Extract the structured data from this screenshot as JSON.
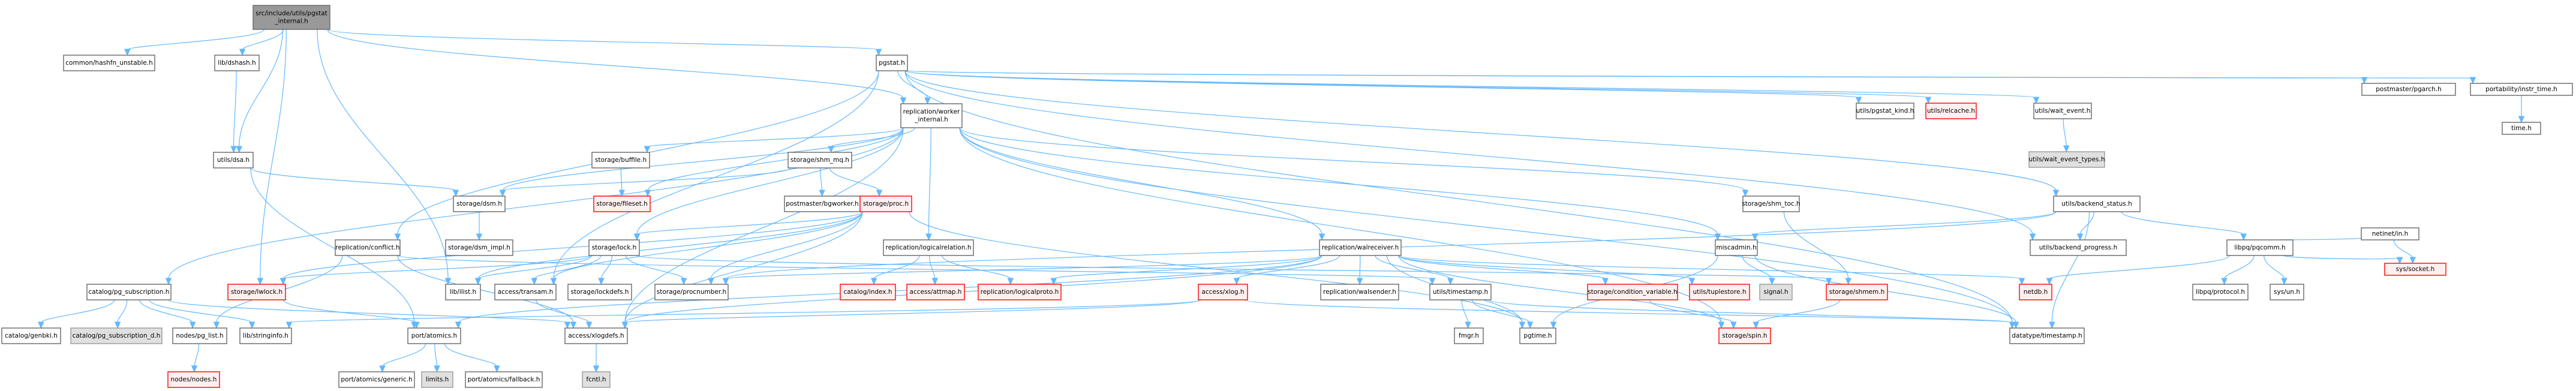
{
  "diagram": {
    "type": "include-dependency-graph",
    "root": "src/include/utils/pgstat_internal.h",
    "styles": {
      "root": {
        "fill": "#999999",
        "stroke": "#666666"
      },
      "normal": {
        "fill": "#ffffff",
        "stroke": "#666666"
      },
      "missing": {
        "fill": "#e0e0e0",
        "stroke": "#999999"
      },
      "truncated": {
        "fill": "#fff0f0",
        "stroke": "#ff0000"
      },
      "edge": "#63b8ff"
    },
    "nodes": [
      {
        "id": "root",
        "label": [
          "src/include/utils/pgstat",
          "_internal.h"
        ],
        "kind": "root"
      },
      {
        "id": "hashfn",
        "label": [
          "common/hashfn_unstable.h"
        ],
        "kind": "normal"
      },
      {
        "id": "dshash",
        "label": [
          "lib/dshash.h"
        ],
        "kind": "normal"
      },
      {
        "id": "pgstat",
        "label": [
          "pgstat.h"
        ],
        "kind": "normal"
      },
      {
        "id": "worker",
        "label": [
          "replication/worker",
          "_internal.h"
        ],
        "kind": "normal"
      },
      {
        "id": "dsa",
        "label": [
          "utils/dsa.h"
        ],
        "kind": "normal"
      },
      {
        "id": "buffile",
        "label": [
          "storage/buffile.h"
        ],
        "kind": "normal"
      },
      {
        "id": "shmmq",
        "label": [
          "storage/shm_mq.h"
        ],
        "kind": "normal"
      },
      {
        "id": "fileset",
        "label": [
          "storage/fileset.h"
        ],
        "kind": "truncated"
      },
      {
        "id": "bgworker",
        "label": [
          "postmaster/bgworker.h"
        ],
        "kind": "normal"
      },
      {
        "id": "dsm",
        "label": [
          "storage/dsm.h"
        ],
        "kind": "normal"
      },
      {
        "id": "proc",
        "label": [
          "storage/proc.h"
        ],
        "kind": "truncated"
      },
      {
        "id": "dsmimpl",
        "label": [
          "storage/dsm_impl.h"
        ],
        "kind": "normal"
      },
      {
        "id": "conflict",
        "label": [
          "replication/conflict.h"
        ],
        "kind": "normal"
      },
      {
        "id": "lock",
        "label": [
          "storage/lock.h"
        ],
        "kind": "normal"
      },
      {
        "id": "logicalrel",
        "label": [
          "replication/logicalrelation.h"
        ],
        "kind": "normal"
      },
      {
        "id": "walreceiver",
        "label": [
          "replication/walreceiver.h"
        ],
        "kind": "normal"
      },
      {
        "id": "shmtoc",
        "label": [
          "storage/shm_toc.h"
        ],
        "kind": "normal"
      },
      {
        "id": "miscadmin",
        "label": [
          "miscadmin.h"
        ],
        "kind": "normal"
      },
      {
        "id": "pgsub",
        "label": [
          "catalog/pg_subscription.h"
        ],
        "kind": "normal"
      },
      {
        "id": "lwlock",
        "label": [
          "storage/lwlock.h"
        ],
        "kind": "truncated"
      },
      {
        "id": "ilist",
        "label": [
          "lib/ilist.h"
        ],
        "kind": "normal"
      },
      {
        "id": "transam",
        "label": [
          "access/transam.h"
        ],
        "kind": "normal"
      },
      {
        "id": "lockdefs",
        "label": [
          "storage/lockdefs.h"
        ],
        "kind": "normal"
      },
      {
        "id": "procnumber",
        "label": [
          "storage/procnumber.h"
        ],
        "kind": "normal"
      },
      {
        "id": "index",
        "label": [
          "catalog/index.h"
        ],
        "kind": "truncated"
      },
      {
        "id": "attmap",
        "label": [
          "access/attmap.h"
        ],
        "kind": "truncated"
      },
      {
        "id": "logicalproto",
        "label": [
          "replication/logicalproto.h"
        ],
        "kind": "truncated"
      },
      {
        "id": "xlog",
        "label": [
          "access/xlog.h"
        ],
        "kind": "truncated"
      },
      {
        "id": "walsender",
        "label": [
          "replication/walsender.h"
        ],
        "kind": "normal"
      },
      {
        "id": "utimestamp",
        "label": [
          "utils/timestamp.h"
        ],
        "kind": "normal"
      },
      {
        "id": "condvar",
        "label": [
          "storage/condition_variable.h"
        ],
        "kind": "truncated"
      },
      {
        "id": "tuplestore",
        "label": [
          "utils/tuplestore.h"
        ],
        "kind": "truncated"
      },
      {
        "id": "signal",
        "label": [
          "signal.h"
        ],
        "kind": "missing"
      },
      {
        "id": "shmem",
        "label": [
          "storage/shmem.h"
        ],
        "kind": "truncated"
      },
      {
        "id": "netdb",
        "label": [
          "netdb.h"
        ],
        "kind": "truncated"
      },
      {
        "id": "genbki",
        "label": [
          "catalog/genbki.h"
        ],
        "kind": "normal"
      },
      {
        "id": "pgsubd",
        "label": [
          "catalog/pg_subscription_d.h"
        ],
        "kind": "missing"
      },
      {
        "id": "pglist",
        "label": [
          "nodes/pg_list.h"
        ],
        "kind": "normal"
      },
      {
        "id": "stringinfo",
        "label": [
          "lib/stringinfo.h"
        ],
        "kind": "normal"
      },
      {
        "id": "atomics",
        "label": [
          "port/atomics.h"
        ],
        "kind": "normal"
      },
      {
        "id": "xlogdefs",
        "label": [
          "access/xlogdefs.h"
        ],
        "kind": "normal"
      },
      {
        "id": "fmgr",
        "label": [
          "fmgr.h"
        ],
        "kind": "normal"
      },
      {
        "id": "pgtime",
        "label": [
          "pgtime.h"
        ],
        "kind": "normal"
      },
      {
        "id": "spin",
        "label": [
          "storage/spin.h"
        ],
        "kind": "truncated"
      },
      {
        "id": "dtimestamp",
        "label": [
          "datatype/timestamp.h"
        ],
        "kind": "normal"
      },
      {
        "id": "nodes",
        "label": [
          "nodes/nodes.h"
        ],
        "kind": "truncated"
      },
      {
        "id": "generic",
        "label": [
          "port/atomics/generic.h"
        ],
        "kind": "normal"
      },
      {
        "id": "limits",
        "label": [
          "limits.h"
        ],
        "kind": "missing"
      },
      {
        "id": "fallback",
        "label": [
          "port/atomics/fallback.h"
        ],
        "kind": "normal"
      },
      {
        "id": "fcntl",
        "label": [
          "fcntl.h"
        ],
        "kind": "missing"
      },
      {
        "id": "pgstatkind",
        "label": [
          "utils/pgstat_kind.h"
        ],
        "kind": "normal"
      },
      {
        "id": "relcache",
        "label": [
          "utils/relcache.h"
        ],
        "kind": "truncated"
      },
      {
        "id": "waitevent",
        "label": [
          "utils/wait_event.h"
        ],
        "kind": "normal"
      },
      {
        "id": "waiteventtypes",
        "label": [
          "utils/wait_event_types.h"
        ],
        "kind": "missing"
      },
      {
        "id": "pgarch",
        "label": [
          "postmaster/pgarch.h"
        ],
        "kind": "normal"
      },
      {
        "id": "instrtime",
        "label": [
          "portability/instr_time.h"
        ],
        "kind": "normal"
      },
      {
        "id": "time",
        "label": [
          "time.h"
        ],
        "kind": "normal"
      },
      {
        "id": "backendstatus",
        "label": [
          "utils/backend_status.h"
        ],
        "kind": "normal"
      },
      {
        "id": "backendprogress",
        "label": [
          "utils/backend_progress.h"
        ],
        "kind": "normal"
      },
      {
        "id": "pqcomm",
        "label": [
          "libpq/pqcomm.h"
        ],
        "kind": "normal"
      },
      {
        "id": "protocol",
        "label": [
          "libpq/protocol.h"
        ],
        "kind": "normal"
      },
      {
        "id": "sysun",
        "label": [
          "sys/un.h"
        ],
        "kind": "normal"
      },
      {
        "id": "netinetin",
        "label": [
          "netinet/in.h"
        ],
        "kind": "normal"
      },
      {
        "id": "syssocket",
        "label": [
          "sys/socket.h"
        ],
        "kind": "truncated"
      }
    ],
    "edges": [
      [
        "root",
        "hashfn"
      ],
      [
        "root",
        "dshash"
      ],
      [
        "root",
        "pgstat"
      ],
      [
        "root",
        "dsa"
      ],
      [
        "root",
        "ilist"
      ],
      [
        "root",
        "lwlock"
      ],
      [
        "root",
        "worker"
      ],
      [
        "dshash",
        "dsa"
      ],
      [
        "dsa",
        "dsm"
      ],
      [
        "dsa",
        "atomics"
      ],
      [
        "pgstat",
        "worker"
      ],
      [
        "pgstat",
        "pgstatkind"
      ],
      [
        "pgstat",
        "relcache"
      ],
      [
        "pgstat",
        "waitevent"
      ],
      [
        "pgstat",
        "pgarch"
      ],
      [
        "pgstat",
        "instrtime"
      ],
      [
        "pgstat",
        "backendstatus"
      ],
      [
        "pgstat",
        "backendprogress"
      ],
      [
        "pgstat",
        "dtimestamp"
      ],
      [
        "pgstat",
        "conflict"
      ],
      [
        "pgstat",
        "transam"
      ],
      [
        "waitevent",
        "waiteventtypes"
      ],
      [
        "instrtime",
        "time"
      ],
      [
        "worker",
        "pgsub"
      ],
      [
        "worker",
        "buffile"
      ],
      [
        "worker",
        "shmmq"
      ],
      [
        "worker",
        "fileset"
      ],
      [
        "worker",
        "dsm"
      ],
      [
        "worker",
        "lock"
      ],
      [
        "worker",
        "logicalrel"
      ],
      [
        "worker",
        "walreceiver"
      ],
      [
        "worker",
        "shmtoc"
      ],
      [
        "worker",
        "miscadmin"
      ],
      [
        "worker",
        "xlogdefs"
      ],
      [
        "worker",
        "spin"
      ],
      [
        "worker",
        "dtimestamp"
      ],
      [
        "buffile",
        "fileset"
      ],
      [
        "shmmq",
        "bgworker"
      ],
      [
        "shmmq",
        "proc"
      ],
      [
        "shmmq",
        "dsm"
      ],
      [
        "dsm",
        "dsmimpl"
      ],
      [
        "proc",
        "lock"
      ],
      [
        "proc",
        "lwlock"
      ],
      [
        "proc",
        "procnumber"
      ],
      [
        "proc",
        "transam"
      ],
      [
        "proc",
        "xlogdefs"
      ],
      [
        "proc",
        "ilist"
      ],
      [
        "proc",
        "pgtime"
      ],
      [
        "conflict",
        "pglist"
      ],
      [
        "conflict",
        "xlogdefs"
      ],
      [
        "conflict",
        "utimestamp"
      ],
      [
        "lock",
        "ilist"
      ],
      [
        "lock",
        "transam"
      ],
      [
        "lock",
        "lockdefs"
      ],
      [
        "lock",
        "procnumber"
      ],
      [
        "lock",
        "lwlock"
      ],
      [
        "lock",
        "shmem"
      ],
      [
        "logicalrel",
        "index"
      ],
      [
        "logicalrel",
        "attmap"
      ],
      [
        "logicalrel",
        "logicalproto"
      ],
      [
        "walreceiver",
        "xlog"
      ],
      [
        "walreceiver",
        "walsender"
      ],
      [
        "walreceiver",
        "utimestamp"
      ],
      [
        "walreceiver",
        "pgtime"
      ],
      [
        "walreceiver",
        "condvar"
      ],
      [
        "walreceiver",
        "tuplestore"
      ],
      [
        "walreceiver",
        "spin"
      ],
      [
        "walreceiver",
        "xlogdefs"
      ],
      [
        "walreceiver",
        "atomics"
      ],
      [
        "walreceiver",
        "procnumber"
      ],
      [
        "walreceiver",
        "netdb"
      ],
      [
        "walreceiver",
        "logicalproto"
      ],
      [
        "shmtoc",
        "shmem"
      ],
      [
        "miscadmin",
        "signal"
      ],
      [
        "miscadmin",
        "pgtime"
      ],
      [
        "miscadmin",
        "dtimestamp"
      ],
      [
        "pgsub",
        "genbki"
      ],
      [
        "pgsub",
        "pgsubd"
      ],
      [
        "pgsub",
        "pglist"
      ],
      [
        "pgsub",
        "stringinfo"
      ],
      [
        "pgsub",
        "xlogdefs"
      ],
      [
        "lwlock",
        "atomics"
      ],
      [
        "transam",
        "xlogdefs"
      ],
      [
        "xlog",
        "xlogdefs"
      ],
      [
        "xlog",
        "stringinfo"
      ],
      [
        "xlog",
        "dtimestamp"
      ],
      [
        "utimestamp",
        "fmgr"
      ],
      [
        "utimestamp",
        "pgtime"
      ],
      [
        "utimestamp",
        "dtimestamp"
      ],
      [
        "condvar",
        "spin"
      ],
      [
        "shmem",
        "spin"
      ],
      [
        "pglist",
        "nodes"
      ],
      [
        "atomics",
        "generic"
      ],
      [
        "atomics",
        "limits"
      ],
      [
        "atomics",
        "fallback"
      ],
      [
        "xlogdefs",
        "fcntl"
      ],
      [
        "backendstatus",
        "backendprogress"
      ],
      [
        "backendstatus",
        "pqcomm"
      ],
      [
        "backendstatus",
        "miscadmin"
      ],
      [
        "backendstatus",
        "procnumber"
      ],
      [
        "backendstatus",
        "dtimestamp"
      ],
      [
        "pqcomm",
        "netdb"
      ],
      [
        "pqcomm",
        "protocol"
      ],
      [
        "pqcomm",
        "sysun"
      ],
      [
        "pqcomm",
        "netinetin"
      ],
      [
        "pqcomm",
        "syssocket"
      ],
      [
        "netinetin",
        "syssocket"
      ]
    ]
  }
}
